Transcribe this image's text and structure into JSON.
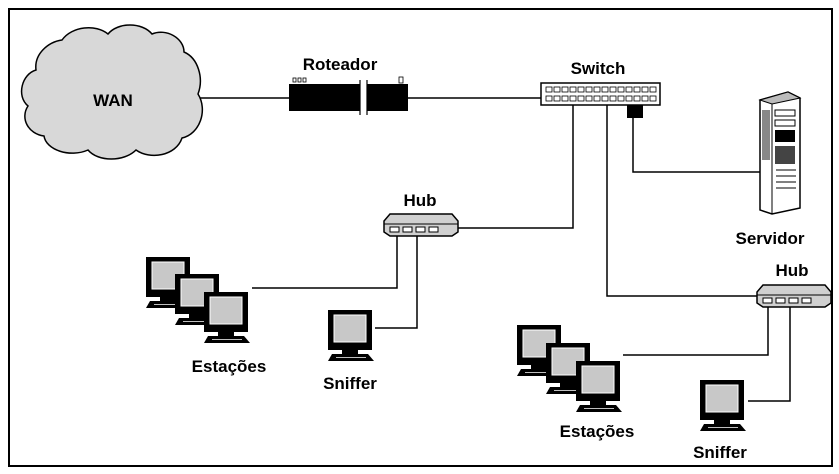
{
  "labels": {
    "wan": "WAN",
    "router": "Roteador",
    "switch": "Switch",
    "server": "Servidor",
    "hub_left": "Hub",
    "hub_right": "Hub",
    "stations_left": "Estações",
    "stations_right": "Estações",
    "sniffer_left": "Sniffer",
    "sniffer_right": "Sniffer"
  },
  "icons": {
    "wan": "cloud-icon",
    "router": "router-icon",
    "switch": "switch-icon",
    "server": "server-icon",
    "hub": "hub-icon",
    "workstation": "monitor-icon"
  },
  "colors": {
    "cloud_fill": "#d8d8d8",
    "device_dark": "#000000",
    "monitor_screen": "#c8c8c8",
    "background": "#ffffff"
  }
}
